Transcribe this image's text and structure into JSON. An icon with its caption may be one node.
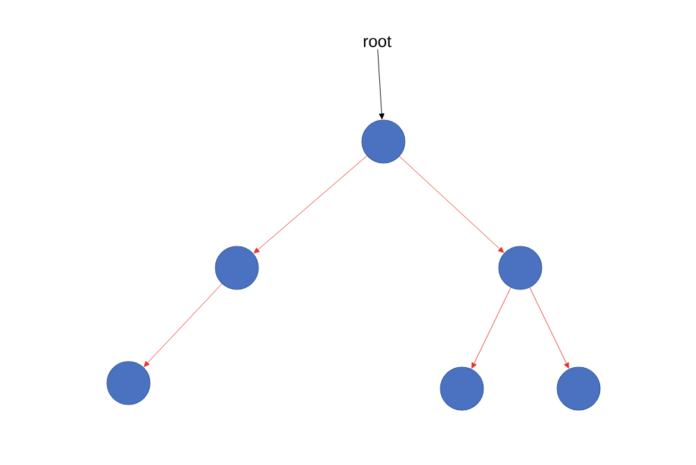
{
  "diagram": {
    "nodes": [
      {
        "text": [
          "root"
        ]
      },
      {
        "text": [],
        "shape": "circle"
      },
      {
        "text": [],
        "shape": "circle"
      },
      {
        "text": [],
        "shape": "circle"
      },
      {
        "text": [],
        "shape": "circle"
      },
      {
        "text": [],
        "shape": "circle"
      },
      {
        "text": [],
        "shape": "circle"
      }
    ],
    "edges": [
      {
        "from": 0,
        "to": 1,
        "arrow": "to",
        "color": "#000000"
      },
      {
        "from": 1,
        "to": 2,
        "arrow": "to"
      },
      {
        "from": 1,
        "to": 3,
        "arrow": "to"
      },
      {
        "from": 2,
        "to": 4,
        "arrow": "to"
      },
      {
        "from": 3,
        "to": 5,
        "arrow": "to"
      },
      {
        "from": 3,
        "to": 6,
        "arrow": "to"
      }
    ]
  }
}
